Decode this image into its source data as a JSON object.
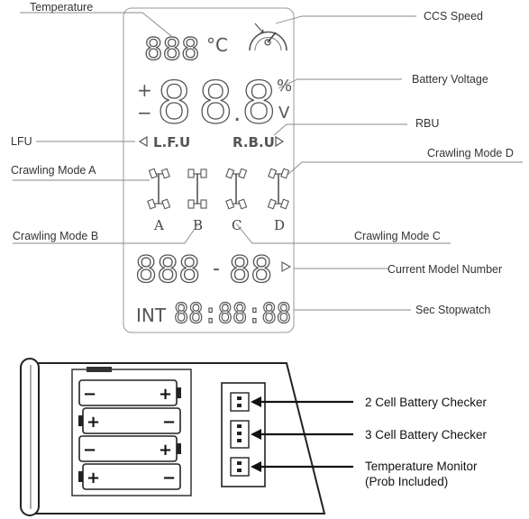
{
  "lcd": {
    "labels": {
      "temperature": "Temperature",
      "ccs_speed": "CCS Speed",
      "battery_voltage": "Battery Voltage",
      "rbu": "RBU",
      "lfu": "LFU",
      "crawling_mode_a": "Crawling Mode A",
      "crawling_mode_b": "Crawling Mode B",
      "crawling_mode_c": "Crawling Mode C",
      "crawling_mode_d": "Crawling Mode D",
      "current_model_number": "Current Model Number",
      "sec_stopwatch": "Sec Stopwatch"
    },
    "display": {
      "temp_digits": "888",
      "temp_unit": "°C",
      "plus": "+",
      "minus": "−",
      "voltage_digit_1": "8",
      "voltage_digit_2": "8",
      "voltage_dot": ".",
      "voltage_digit_3": "8",
      "percent": "%",
      "volt_unit": "V",
      "lfu_indicator": "L.F.U",
      "rbu_indicator": "R.B.U",
      "mode_letters": [
        "A",
        "B",
        "C",
        "D"
      ],
      "model_number_digits_1": "888",
      "model_dash": "-",
      "model_number_digits_2": "88",
      "int_label": "INT",
      "stopwatch": "88:88:88"
    }
  },
  "battery_box": {
    "labels": {
      "two_cell": "2 Cell Battery Checker",
      "three_cell": "3 Cell Battery Checker",
      "temp_monitor_line1": "Temperature Monitor",
      "temp_monitor_line2": "(Prob Included)"
    },
    "cell_signs": [
      [
        "−",
        "+"
      ],
      [
        "+",
        "−"
      ],
      [
        "−",
        "+"
      ],
      [
        "+",
        "−"
      ]
    ]
  }
}
